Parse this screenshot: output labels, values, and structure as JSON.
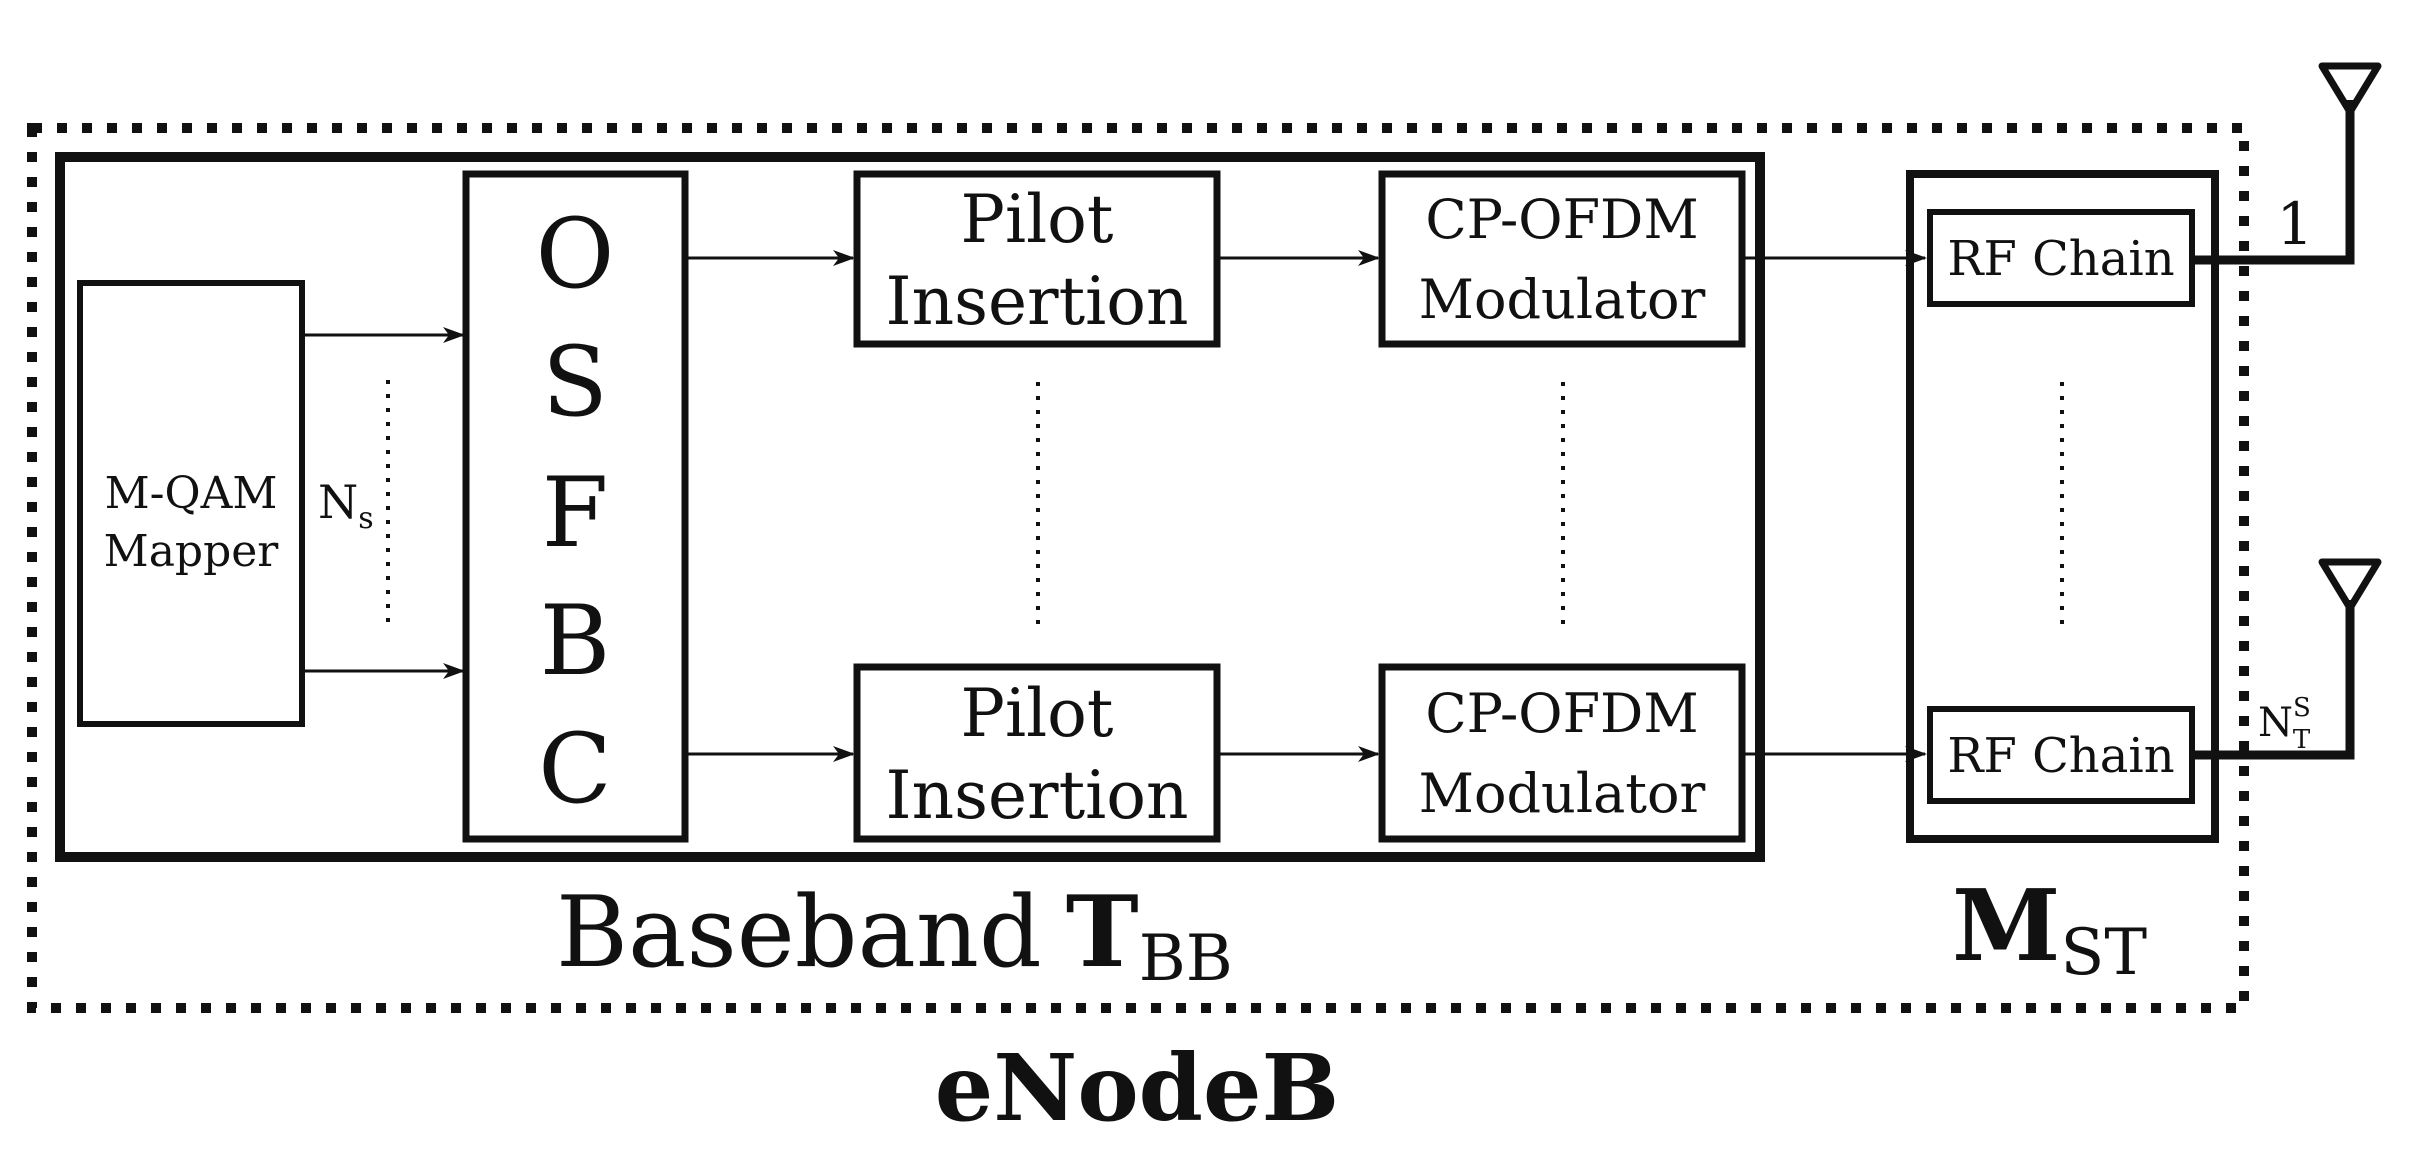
{
  "diagram": {
    "enodeb_label": "eNodeB",
    "baseband_label": {
      "main": "Baseband",
      "symbol": "T",
      "subscript": "BB"
    },
    "mst_label": {
      "symbol": "M",
      "subscript": "ST"
    },
    "mapper": {
      "line1": "M-QAM",
      "line2": "Mapper"
    },
    "streams_label": {
      "main": "N",
      "subscript": "s"
    },
    "osfbc_letters": [
      "O",
      "S",
      "F",
      "B",
      "C"
    ],
    "pilot_top": {
      "line1": "Pilot",
      "line2": "Insertion"
    },
    "pilot_bottom": {
      "line1": "Pilot",
      "line2": "Insertion"
    },
    "ofdm_top": {
      "line1": "CP-OFDM",
      "line2": "Modulator"
    },
    "ofdm_bottom": {
      "line1": "CP-OFDM",
      "line2": "Modulator"
    },
    "rf_top": "RF Chain",
    "rf_bottom": "RF Chain",
    "antenna_top_label": "1",
    "antenna_bottom_label": {
      "main": "N",
      "superscript": "S",
      "subscript": "T"
    }
  }
}
